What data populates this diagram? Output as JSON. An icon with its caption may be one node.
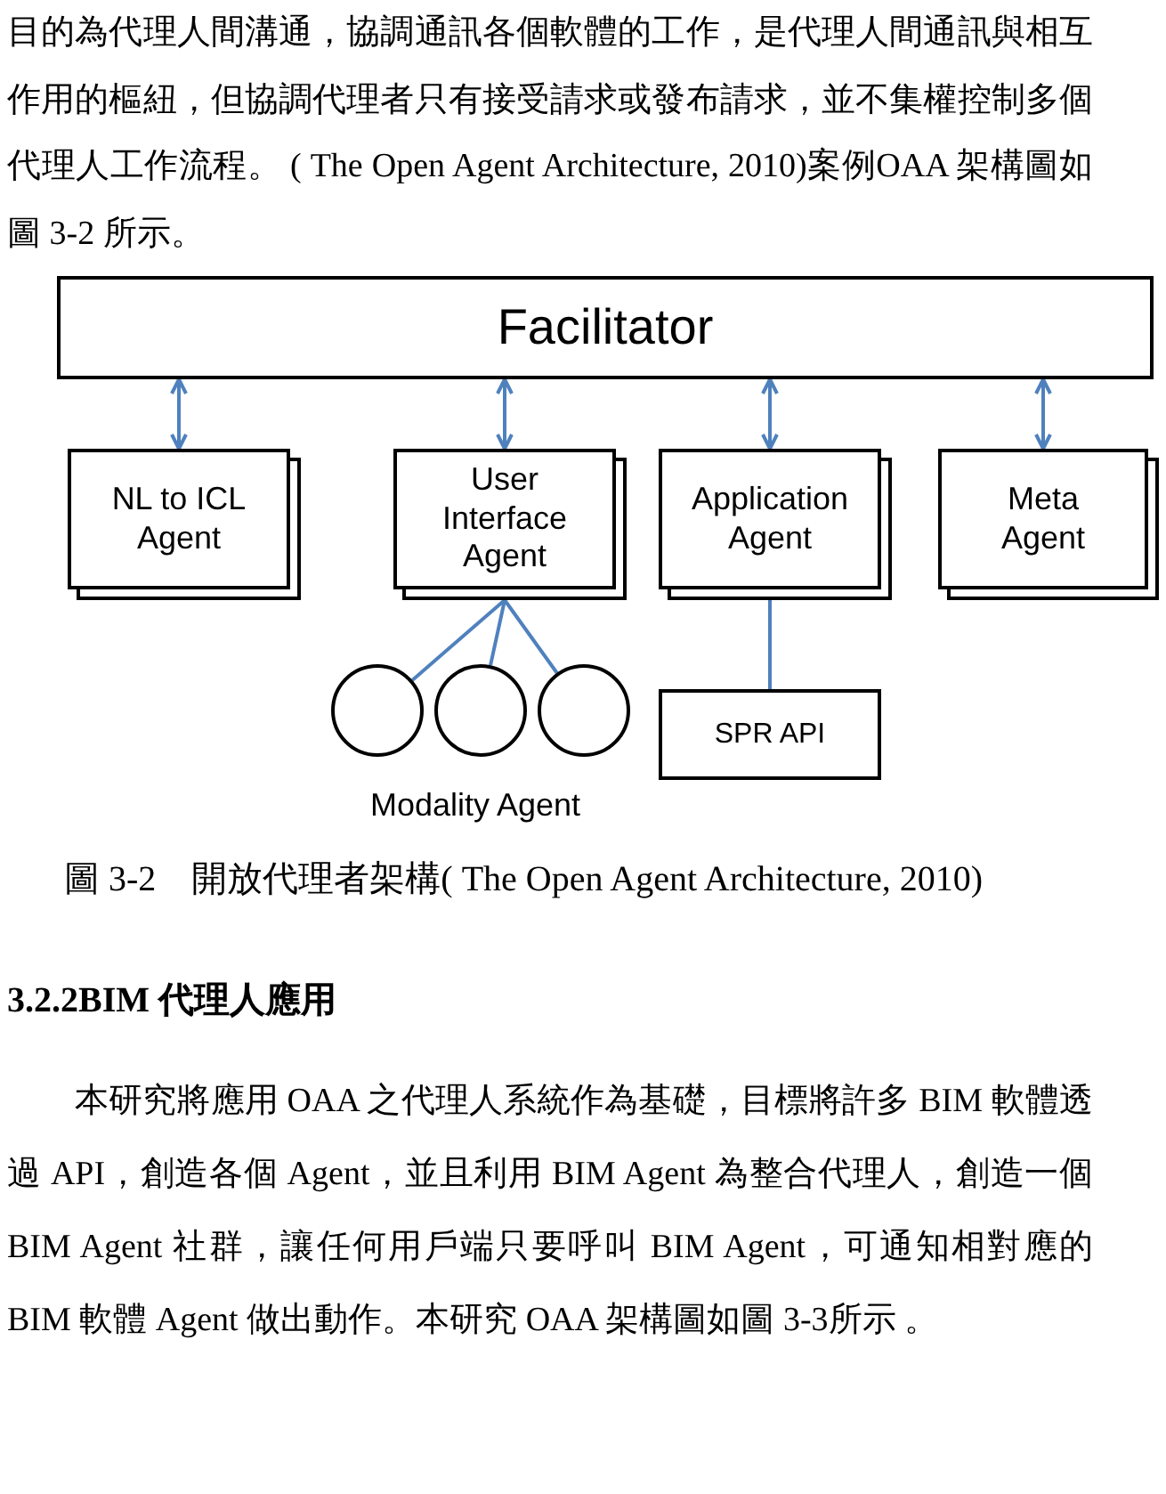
{
  "diagram": {
    "caption": "圖 3-2　開放代理者架構( The Open Agent Architecture, 2010)",
    "nodes": [
      {
        "text": [
          "Facilitator"
        ]
      },
      {
        "text": [
          "NL to ICL Agent"
        ]
      },
      {
        "text": [
          "User Interface Agent"
        ]
      },
      {
        "text": [
          "Application Agent"
        ]
      },
      {
        "text": [
          "Meta Agent"
        ]
      },
      {
        "text": [],
        "shape": "circle"
      },
      {
        "text": [],
        "shape": "circle"
      },
      {
        "text": [],
        "shape": "circle"
      },
      {
        "text": [
          "SPR API"
        ]
      }
    ],
    "edges": [
      {
        "from": 0,
        "to": 1,
        "arrow": "both"
      },
      {
        "from": 0,
        "to": 2,
        "arrow": "both"
      },
      {
        "from": 0,
        "to": 3,
        "arrow": "both"
      },
      {
        "from": 0,
        "to": 4,
        "arrow": "both"
      },
      {
        "from": 2,
        "to": 5,
        "arrow": "none"
      },
      {
        "from": 2,
        "to": 6,
        "arrow": "none"
      },
      {
        "from": 2,
        "to": 7,
        "arrow": "none"
      },
      {
        "from": 3,
        "to": 8,
        "arrow": "none"
      }
    ],
    "labels": [
      "目的為代理人間溝通，協調通訊各個軟體的工作，是代理人間通訊與相互作用的樞紐，但協調代理者只有接受請求或發布請求，並不集權控制多個代理人工作流程。 ( The Open Agent Architecture, 2010)案例OAA 架構圖如圖 3-2 所示。",
      "Modality Agent",
      "3.2.2BIM 代理人應用",
      "本研究將應用 OAA 之代理人系統作為基礎，目標將許多 BIM 軟體透過 API，創造各個 Agent，並且利用 BIM Agent 為整合代理人，創造一個 BIM Agent 社群，讓任何用戶端只要呼叫 BIM Agent，可通知相對應的BIM 軟體 Agent 做出動作。本研究 OAA 架構圖如圖 3-3所示 。"
    ]
  }
}
